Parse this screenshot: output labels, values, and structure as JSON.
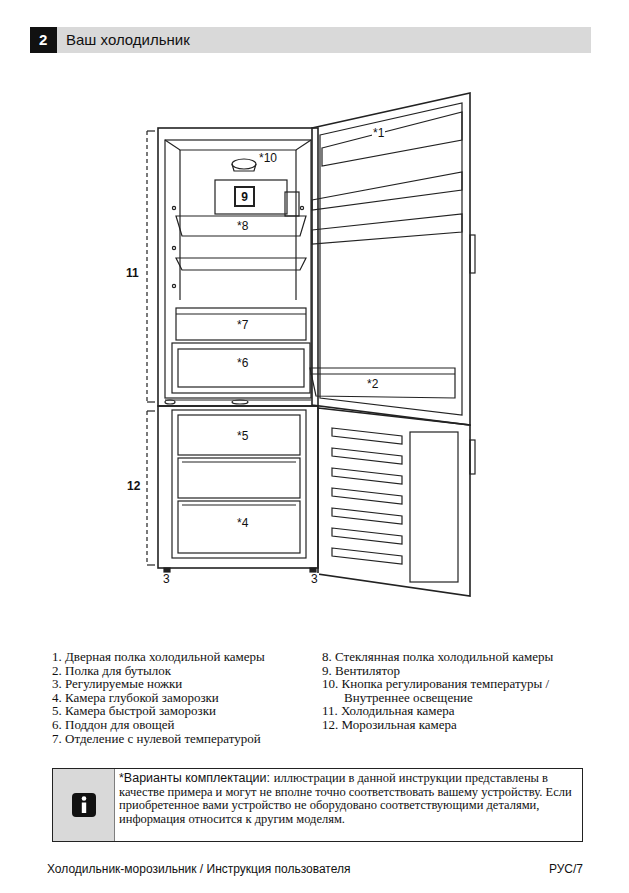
{
  "diagram": {
    "title": "Ваш холодильник",
    "nodes": [
      {
        "text": [
          "9"
        ]
      },
      {
        "text": [
          "*Варианты комплектации:",
          "иллюстрации в данной инструкции представлены в качестве примера и могут не вполне точно соответствовать вашему устройству. Если приобретенное вами устройство не оборудовано соответствующими деталями, информация относится к другим моделям."
        ]
      }
    ],
    "labels": [
      "2",
      "*1",
      "*10",
      "*8",
      "11",
      "*7",
      "*6",
      "*2",
      "*5",
      "12",
      "*4",
      "3",
      "3",
      "1. Дверная полка холодильной камеры",
      "2. Полка для бутылок",
      "3. Регулируемые ножки",
      "4. Камера глубокой заморозки",
      "5. Камера быстрой заморозки",
      "6. Поддон для овощей",
      "7. Отделение с нулевой температурой",
      "8. Стеклянная полка холодильной камеры",
      "9. Вентилятор",
      "10. Кнопка регулирования температуры / Внутреннее освещение",
      "11. Холодильная камера",
      "12. Морозильная камера",
      "Холодильник-морозильник / Инструкция пользователя",
      "РУС/7"
    ]
  }
}
